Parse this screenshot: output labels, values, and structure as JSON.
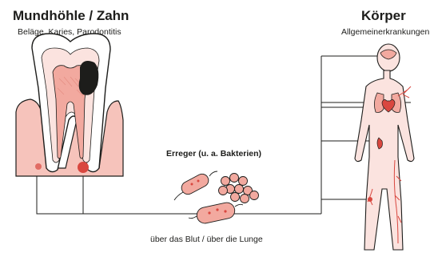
{
  "left": {
    "title": "Mundhöhle / Zahn",
    "subtitle": "Beläge, Karies, Parodontitis"
  },
  "right": {
    "title": "Körper",
    "subtitle": "Allgemeinerkrankungen"
  },
  "center": {
    "title": "Erreger (u. a. Bakterien)",
    "caption": "über das Blut / über die Lunge"
  },
  "colors": {
    "outline": "#1d1d1b",
    "pink_light": "#fbe3df",
    "pink_mid": "#f2a99f",
    "red": "#d9473f",
    "caries": "#1d1d1b"
  }
}
